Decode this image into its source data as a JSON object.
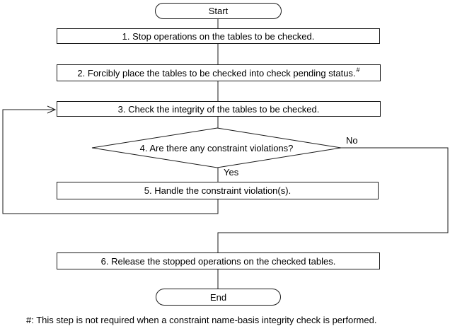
{
  "flowchart": {
    "terminals": {
      "start": "Start",
      "end": "End"
    },
    "steps": [
      {
        "label": "1. Stop operations on the tables to be checked."
      },
      {
        "label": "2. Forcibly place the tables to be checked into check pending status.",
        "sup": "#"
      },
      {
        "label": "3. Check the integrity of the tables to be checked."
      },
      {
        "label": "5. Handle the constraint violation(s)."
      },
      {
        "label": "6. Release the stopped operations on the checked tables."
      }
    ],
    "decision": {
      "label": "4. Are there any constraint violations?",
      "yes_label": "Yes",
      "no_label": "No"
    },
    "footnote": "#: This step is not required when a constraint name-basis integrity check is performed.",
    "colors": {
      "line": "#1a1a1a",
      "background": "#ffffff",
      "text": "#000000"
    }
  }
}
